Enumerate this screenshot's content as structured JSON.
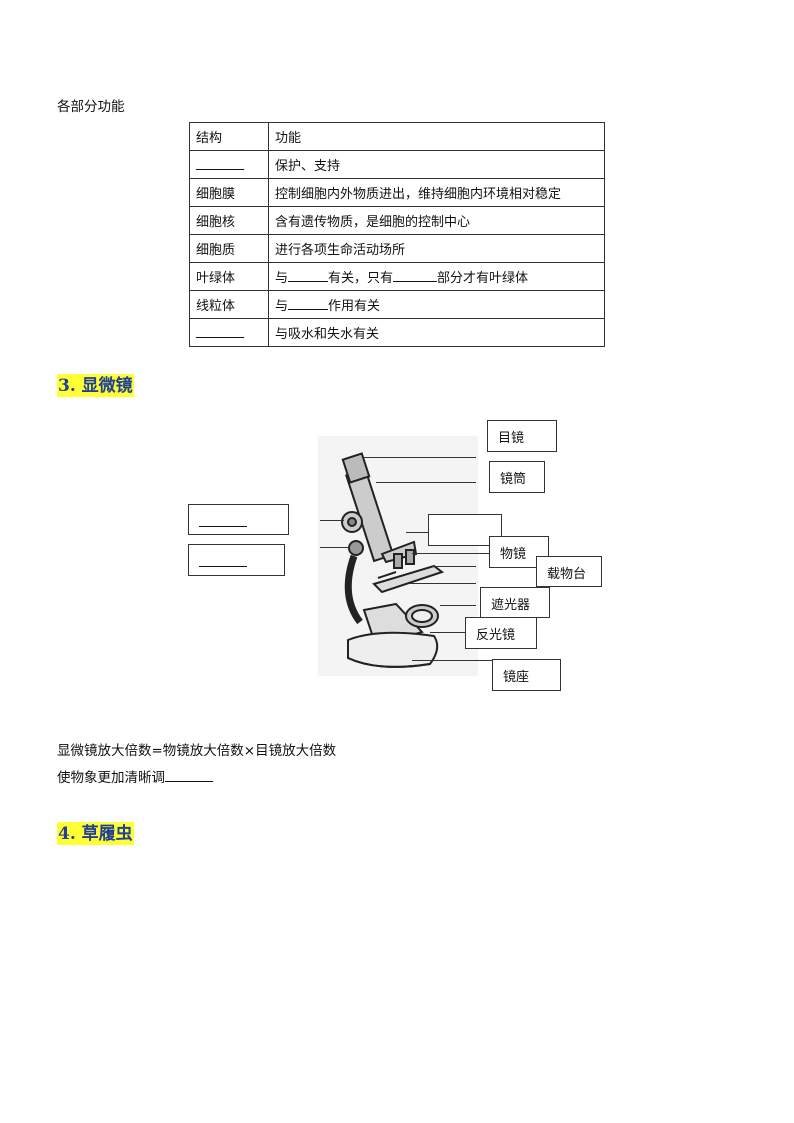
{
  "intro": "各部分功能",
  "table": {
    "header": [
      "结构",
      "功能"
    ],
    "rows": [
      {
        "structure": "",
        "function": "保护、支持"
      },
      {
        "structure": "细胞膜",
        "function": "控制细胞内外物质进出，维持细胞内环境相对稳定"
      },
      {
        "structure": "细胞核",
        "function": "含有遗传物质，是细胞的控制中心"
      },
      {
        "structure": "细胞质",
        "function": "进行各项生命活动场所"
      },
      {
        "structure": "叶绿体",
        "f1": "与",
        "f2": "有关，只有",
        "f3": "部分才有叶绿体"
      },
      {
        "structure": "线粒体",
        "f1": "与",
        "f2": "作用有关"
      },
      {
        "structure": "",
        "function": "与吸水和失水有关"
      }
    ]
  },
  "section3": {
    "title": "3. 显微镜"
  },
  "microscope_labels": {
    "eyepiece": "目镜",
    "tube": "镜筒",
    "objective": "物镜",
    "stage": "载物台",
    "diaphragm": "遮光器",
    "mirror": "反光镜",
    "base": "镜座"
  },
  "notes": {
    "magnification": "显微镜放大倍数=物镜放大倍数×目镜放大倍数",
    "clarity": "使物象更加清晰调"
  },
  "section4": {
    "title": "4. 草履虫"
  }
}
